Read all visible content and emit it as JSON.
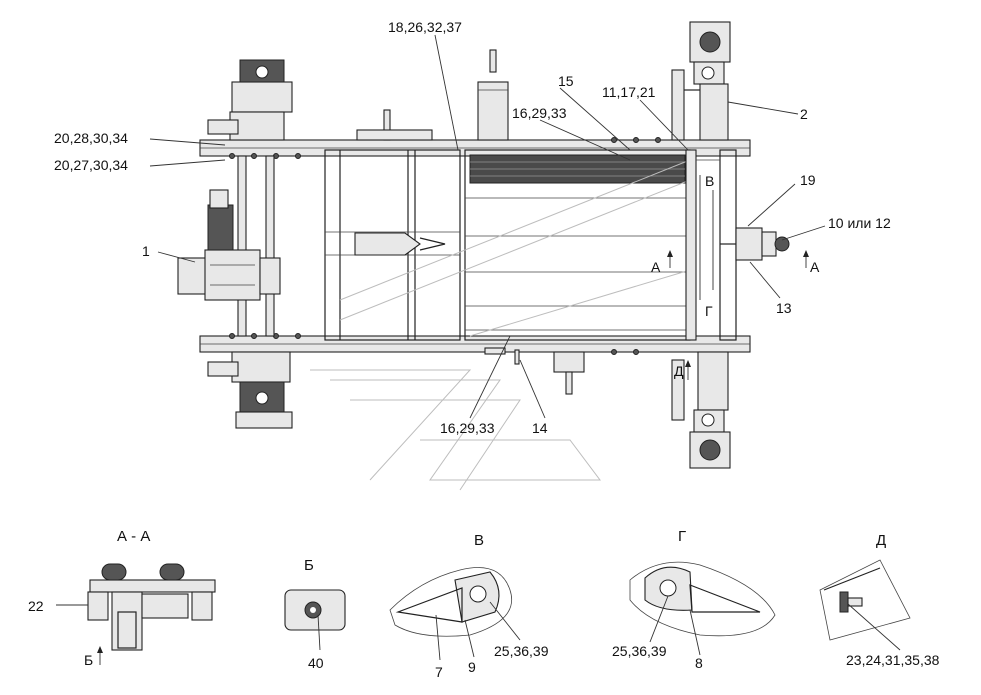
{
  "callouts": {
    "c_18_26_32_37": "18,26,32,37",
    "c_15": "15",
    "c_11_17_21": "11,17,21",
    "c_16_29_33_top": "16,29,33",
    "c_2": "2",
    "c_20_28_30_34": "20,28,30,34",
    "c_20_27_30_34": "20,27,30,34",
    "c_19": "19",
    "c_10_12": "10 или 12",
    "c_1": "1",
    "c_13": "13",
    "c_16_29_33_bottom": "16,29,33",
    "c_14": "14",
    "c_22": "22",
    "c_40": "40",
    "c_7": "7",
    "c_9": "9",
    "c_25_36_39_v": "25,36,39",
    "c_25_36_39_g": "25,36,39",
    "c_8": "8",
    "c_23_24_31_35_38": "23,24,31,35,38"
  },
  "markers": {
    "view_v": "В",
    "view_g": "Г",
    "section_a_left": "А",
    "section_a_right": "А",
    "view_d": "Д",
    "view_b": "Б"
  },
  "views": {
    "aa": "А - А",
    "b": "Б",
    "v": "В",
    "g": "Г",
    "d": "Д"
  }
}
